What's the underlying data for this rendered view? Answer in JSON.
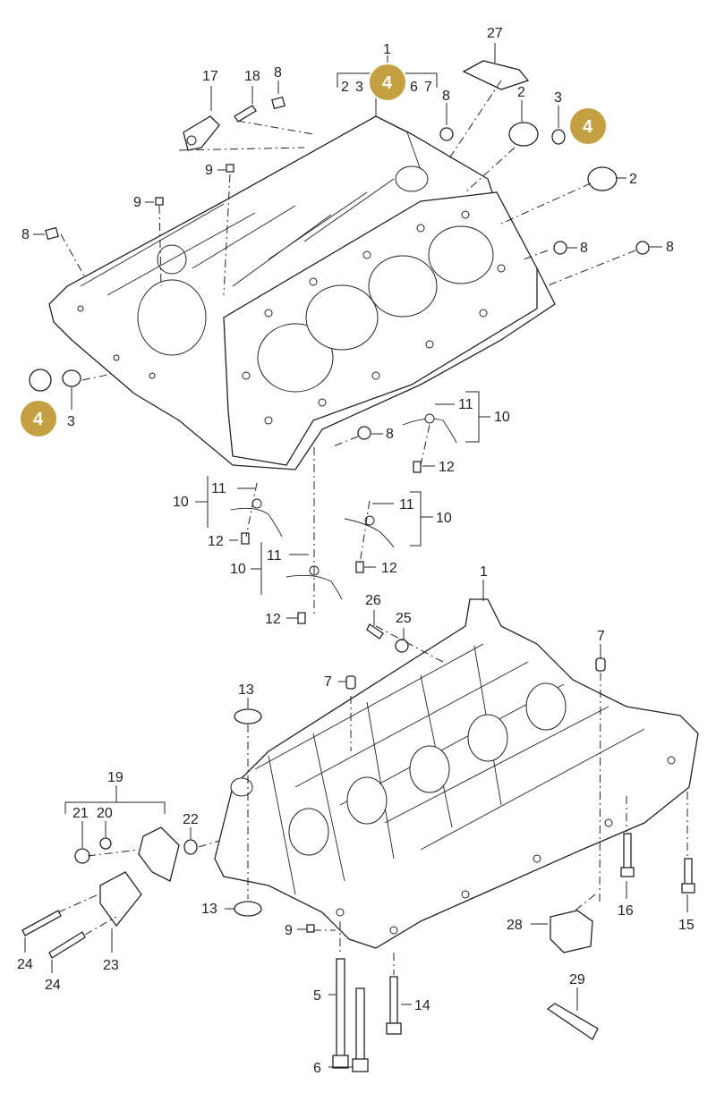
{
  "title": "",
  "labels": {
    "p1_top": "1",
    "p1_group": [
      "2",
      "3",
      "6",
      "7"
    ],
    "p27": "27",
    "p2_top": "2",
    "p3_top": "3",
    "p2_mid": "2",
    "p17": "17",
    "p18": "18",
    "p8_a": "8",
    "p8_b": "8",
    "p9_a": "9",
    "p9_b": "9",
    "p8_left": "8",
    "p8_right1": "8",
    "p8_right2": "8",
    "p3_left": "3",
    "p8_mid": "8",
    "p11_a": "11",
    "p10_a": "10",
    "p12_a": "12",
    "p11_b": "11",
    "p10_b": "10",
    "p12_b": "12",
    "p11_c": "11",
    "p10_c": "10",
    "p12_c": "12",
    "p11_d": "11",
    "p10_d": "10",
    "p12_d": "12",
    "p1_bottom": "1",
    "p26": "26",
    "p25": "25",
    "p7_a": "7",
    "p7_b": "7",
    "p13_a": "13",
    "p13_b": "13",
    "p19": "19",
    "p21": "21",
    "p20": "20",
    "p22": "22",
    "p23": "23",
    "p24_a": "24",
    "p24_b": "24",
    "p9_c": "9",
    "p5": "5",
    "p6": "6",
    "p14": "14",
    "p28": "28",
    "p16": "16",
    "p15": "15",
    "p29": "29"
  },
  "badges": {
    "b_top": "4",
    "b_right": "4",
    "b_left": "4"
  },
  "colors": {
    "badge": "#C4A042",
    "line": "#222222"
  }
}
